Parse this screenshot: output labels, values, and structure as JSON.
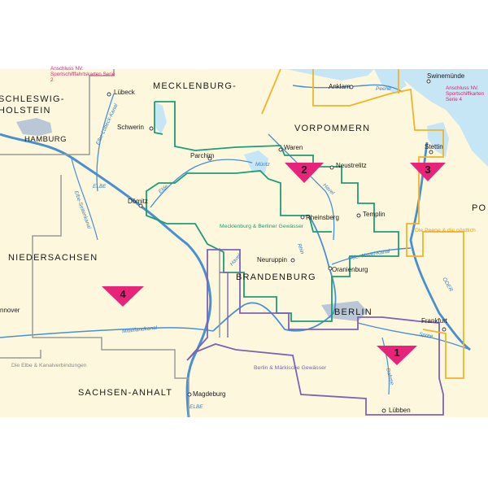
{
  "regions": {
    "schleswig_line1": "SCHLESWIG-",
    "schleswig_line2": "HOLSTEIN",
    "mecklenburg": "MECKLENBURG-",
    "vorpommern": "VORPOMMERN",
    "niedersachsen": "NIEDERSACHSEN",
    "brandenburg": "BRANDENBURG",
    "sachsen_anhalt": "SACHSEN-ANHALT",
    "polen_partial": "PO",
    "berlin": "BERLIN"
  },
  "cities": {
    "hamburg": "HAMBURG",
    "luebeck": "Lübeck",
    "schwerin": "Schwerin",
    "parchim": "Parchim",
    "doemitz": "Dömitz",
    "waren": "Waren",
    "neustrelitz": "Neustrelitz",
    "rheinsberg": "Rheinsberg",
    "templin": "Templin",
    "neuruppin": "Neuruppin",
    "oranienburg": "Oranienburg",
    "anklam": "Anklam",
    "swinemuende": "Swinemünde",
    "stettin": "Stettin",
    "frankfurt": "Frankfurt",
    "luebben": "Lübben",
    "magdeburg": "Magdeburg",
    "hannover_partial": "nnover"
  },
  "rivers": {
    "elbe_top": "ELBE",
    "elbe_bottom": "ELBE",
    "oder": "ODER",
    "mittellandkanal": "Mittellandkanal",
    "elbe_luebeck_kanal": "Elbe-Lübeck-Kanal",
    "elbe_seitenkanal": "Elbe-Seitenkanal",
    "havel_top": "Havel",
    "havel_mid": "Havel",
    "havel_left": "Havel",
    "oder_havel_kanal": "Oder-Havel-Kanal",
    "peene": "Peene",
    "spree": "Spree",
    "mueritz": "Müritz",
    "elde": "Elde",
    "rhin": "Rhin",
    "dahme": "Dahme"
  },
  "notes": {
    "anschluss_2": "Anschluss NV. Sportschifffahrtskarten Serie 2",
    "anschluss_4": "Anschluss NV. Sportschiffkarten Serie 4"
  },
  "chart_labels": {
    "mecklenburg_berliner": "Mecklenburg & Berliner Gewässer",
    "berlin_maerkische": "Berlin & Märkische Gewässer",
    "elbe_kanal": "Die Elbe & Kanalverbindungen",
    "peene": "Die Peene & die nördlich"
  },
  "markers": {
    "m1": "1",
    "m2": "2",
    "m3": "3",
    "m4": "4"
  },
  "colors": {
    "land": "#fdf8dd",
    "water": "#c6e6f5",
    "river": "#4a8fd0",
    "chart_1": "#7d63b4",
    "chart_2": "#1f9c78",
    "chart_3": "#f0b429",
    "chart_4": "#9a9a9a",
    "marker": "#e8247a"
  }
}
